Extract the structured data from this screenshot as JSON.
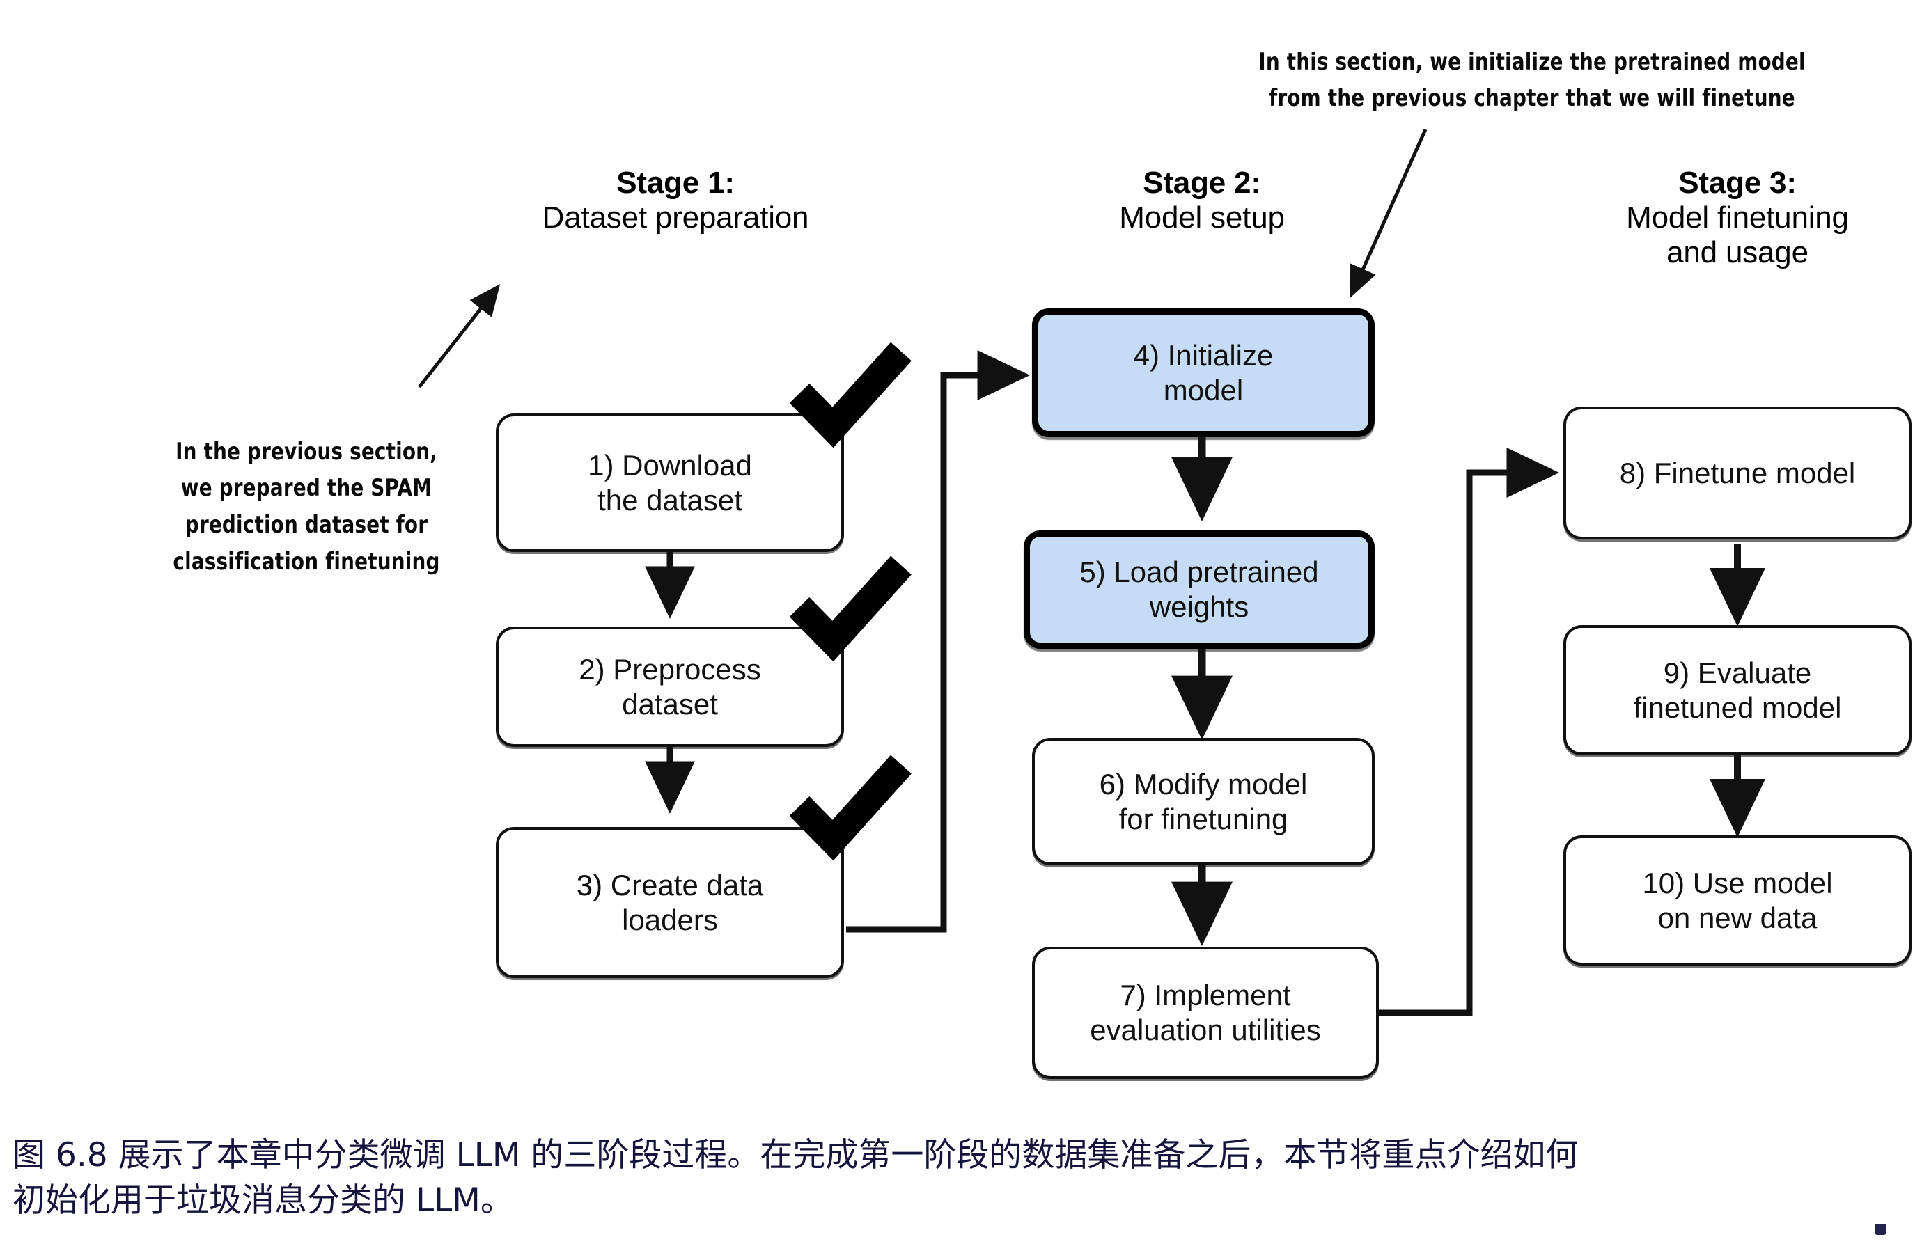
{
  "figure": {
    "title_id": "6.8",
    "stages": [
      {
        "id": "stage-1",
        "title": "Stage 1:",
        "subtitle": "Dataset preparation",
        "steps": [
          {
            "n": "1)",
            "label": "1) Download\nthe dataset",
            "checked": true,
            "highlighted": false
          },
          {
            "n": "2)",
            "label": "2) Preprocess\ndataset",
            "checked": true,
            "highlighted": false
          },
          {
            "n": "3)",
            "label": "3) Create data\nloaders",
            "checked": true,
            "highlighted": false
          }
        ]
      },
      {
        "id": "stage-2",
        "title": "Stage 2:",
        "subtitle": "Model setup",
        "steps": [
          {
            "n": "4)",
            "label": "4) Initialize\nmodel",
            "checked": false,
            "highlighted": true
          },
          {
            "n": "5)",
            "label": "5) Load pretrained\nweights",
            "checked": false,
            "highlighted": true
          },
          {
            "n": "6)",
            "label": "6) Modify model\nfor finetuning",
            "checked": false,
            "highlighted": false
          },
          {
            "n": "7)",
            "label": "7) Implement\nevaluation utilities",
            "checked": false,
            "highlighted": false
          }
        ]
      },
      {
        "id": "stage-3",
        "title": "Stage 3:",
        "subtitle": "Model finetuning\nand usage",
        "steps": [
          {
            "n": "8)",
            "label": "8) Finetune model",
            "checked": false,
            "highlighted": false
          },
          {
            "n": "9)",
            "label": "9) Evaluate\nfinetuned model",
            "checked": false,
            "highlighted": false
          },
          {
            "n": "10)",
            "label": "10) Use model\non new data",
            "checked": false,
            "highlighted": false
          }
        ]
      }
    ],
    "annotations": {
      "left": "In the previous section,\nwe prepared the SPAM\nprediction dataset for\nclassification finetuning",
      "top": "In this section, we initialize the pretrained model\nfrom the previous chapter that we will finetune"
    },
    "caption": {
      "line1": "图 6.8 展示了本章中分类微调 LLM 的三阶段过程。在完成第一阶段的数据集准备之后，本节将重点介绍如何",
      "line2": "初始化用于垃圾消息分类的 LLM。"
    },
    "colors": {
      "highlight_fill": "#c6dcf4",
      "stroke": "#111111",
      "caption_text": "#14143c",
      "background": "#ffffff"
    }
  }
}
